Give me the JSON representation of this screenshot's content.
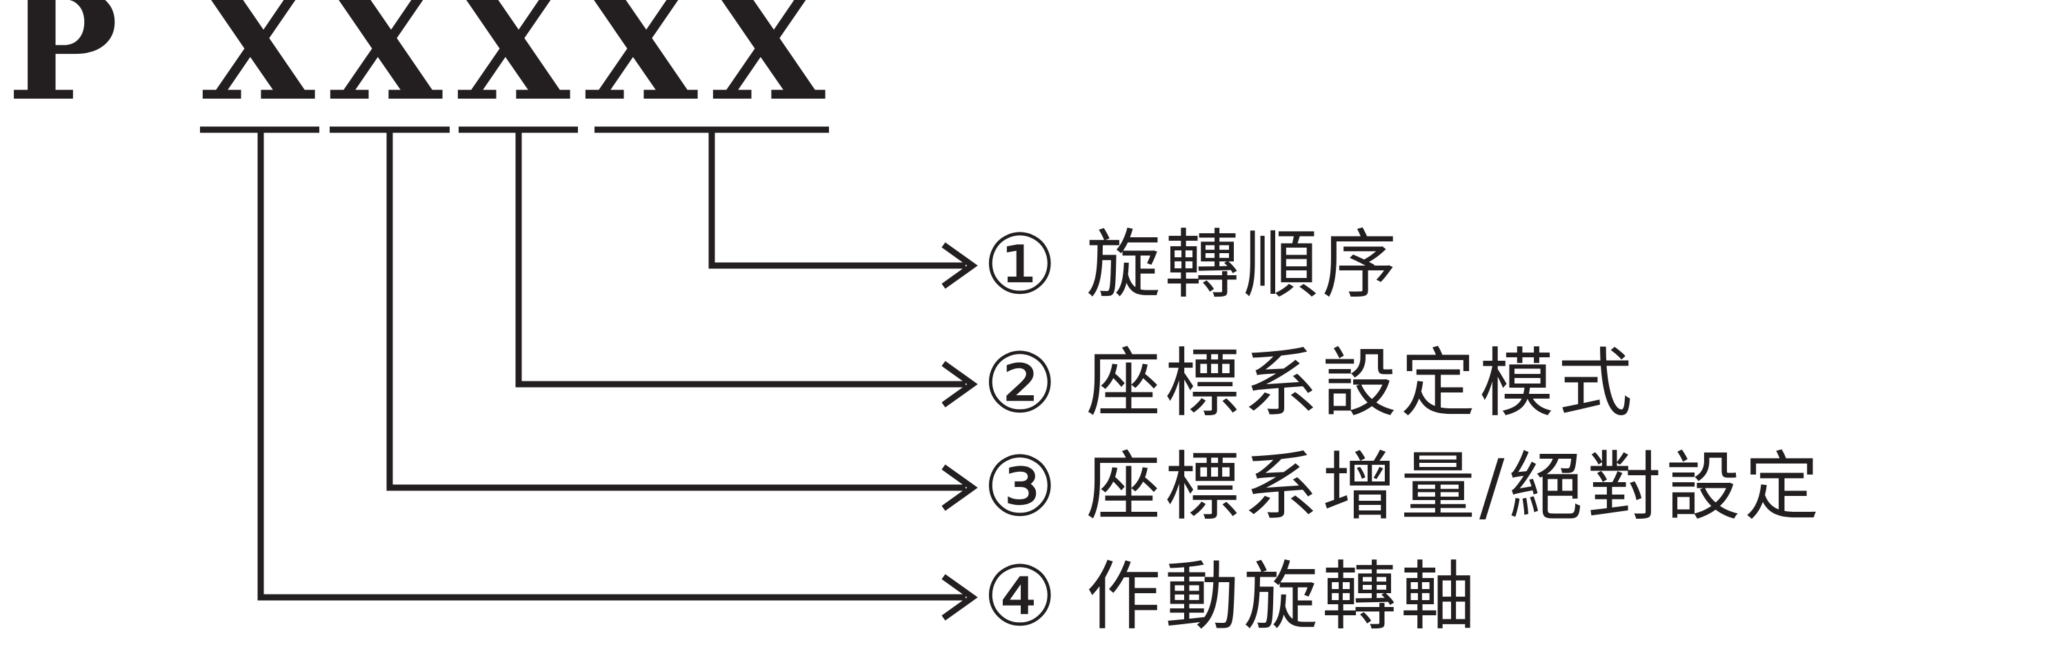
{
  "code": {
    "prefix": "P",
    "digits": [
      "X",
      "X",
      "X",
      "X",
      "X"
    ]
  },
  "labels": [
    {
      "number": "①",
      "text": "旋轉順序"
    },
    {
      "number": "②",
      "text": "座標系設定模式"
    },
    {
      "number": "③",
      "text": "座標系增量/絕對設定"
    },
    {
      "number": "④",
      "text": "作動旋轉軸"
    }
  ],
  "colors": {
    "ink": "#231f20",
    "background": "#ffffff"
  }
}
